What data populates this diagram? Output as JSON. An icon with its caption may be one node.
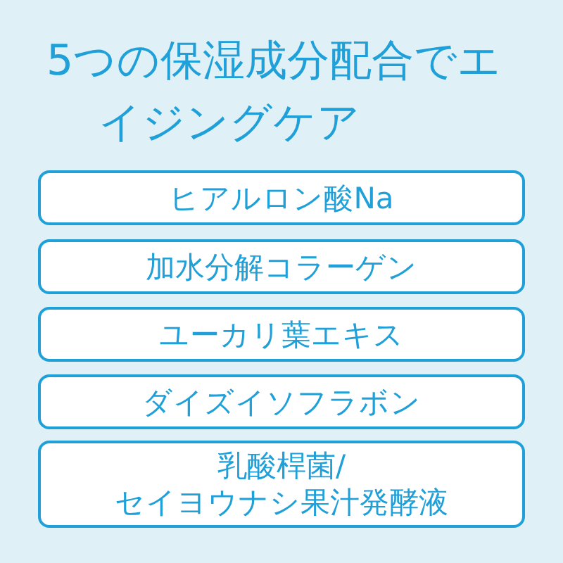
{
  "diagram": {
    "title": "5つの保湿成分配合でエイジングケア",
    "nodes": [
      {
        "text": [
          "ヒアルロン酸Na"
        ]
      },
      {
        "text": [
          "加水分解コラーゲン"
        ]
      },
      {
        "text": [
          "ユーカリ葉エキス"
        ]
      },
      {
        "text": [
          "ダイズイソフラボン"
        ]
      },
      {
        "text": [
          "乳酸桿菌/セイヨウナシ果汁発酵液"
        ]
      }
    ]
  }
}
